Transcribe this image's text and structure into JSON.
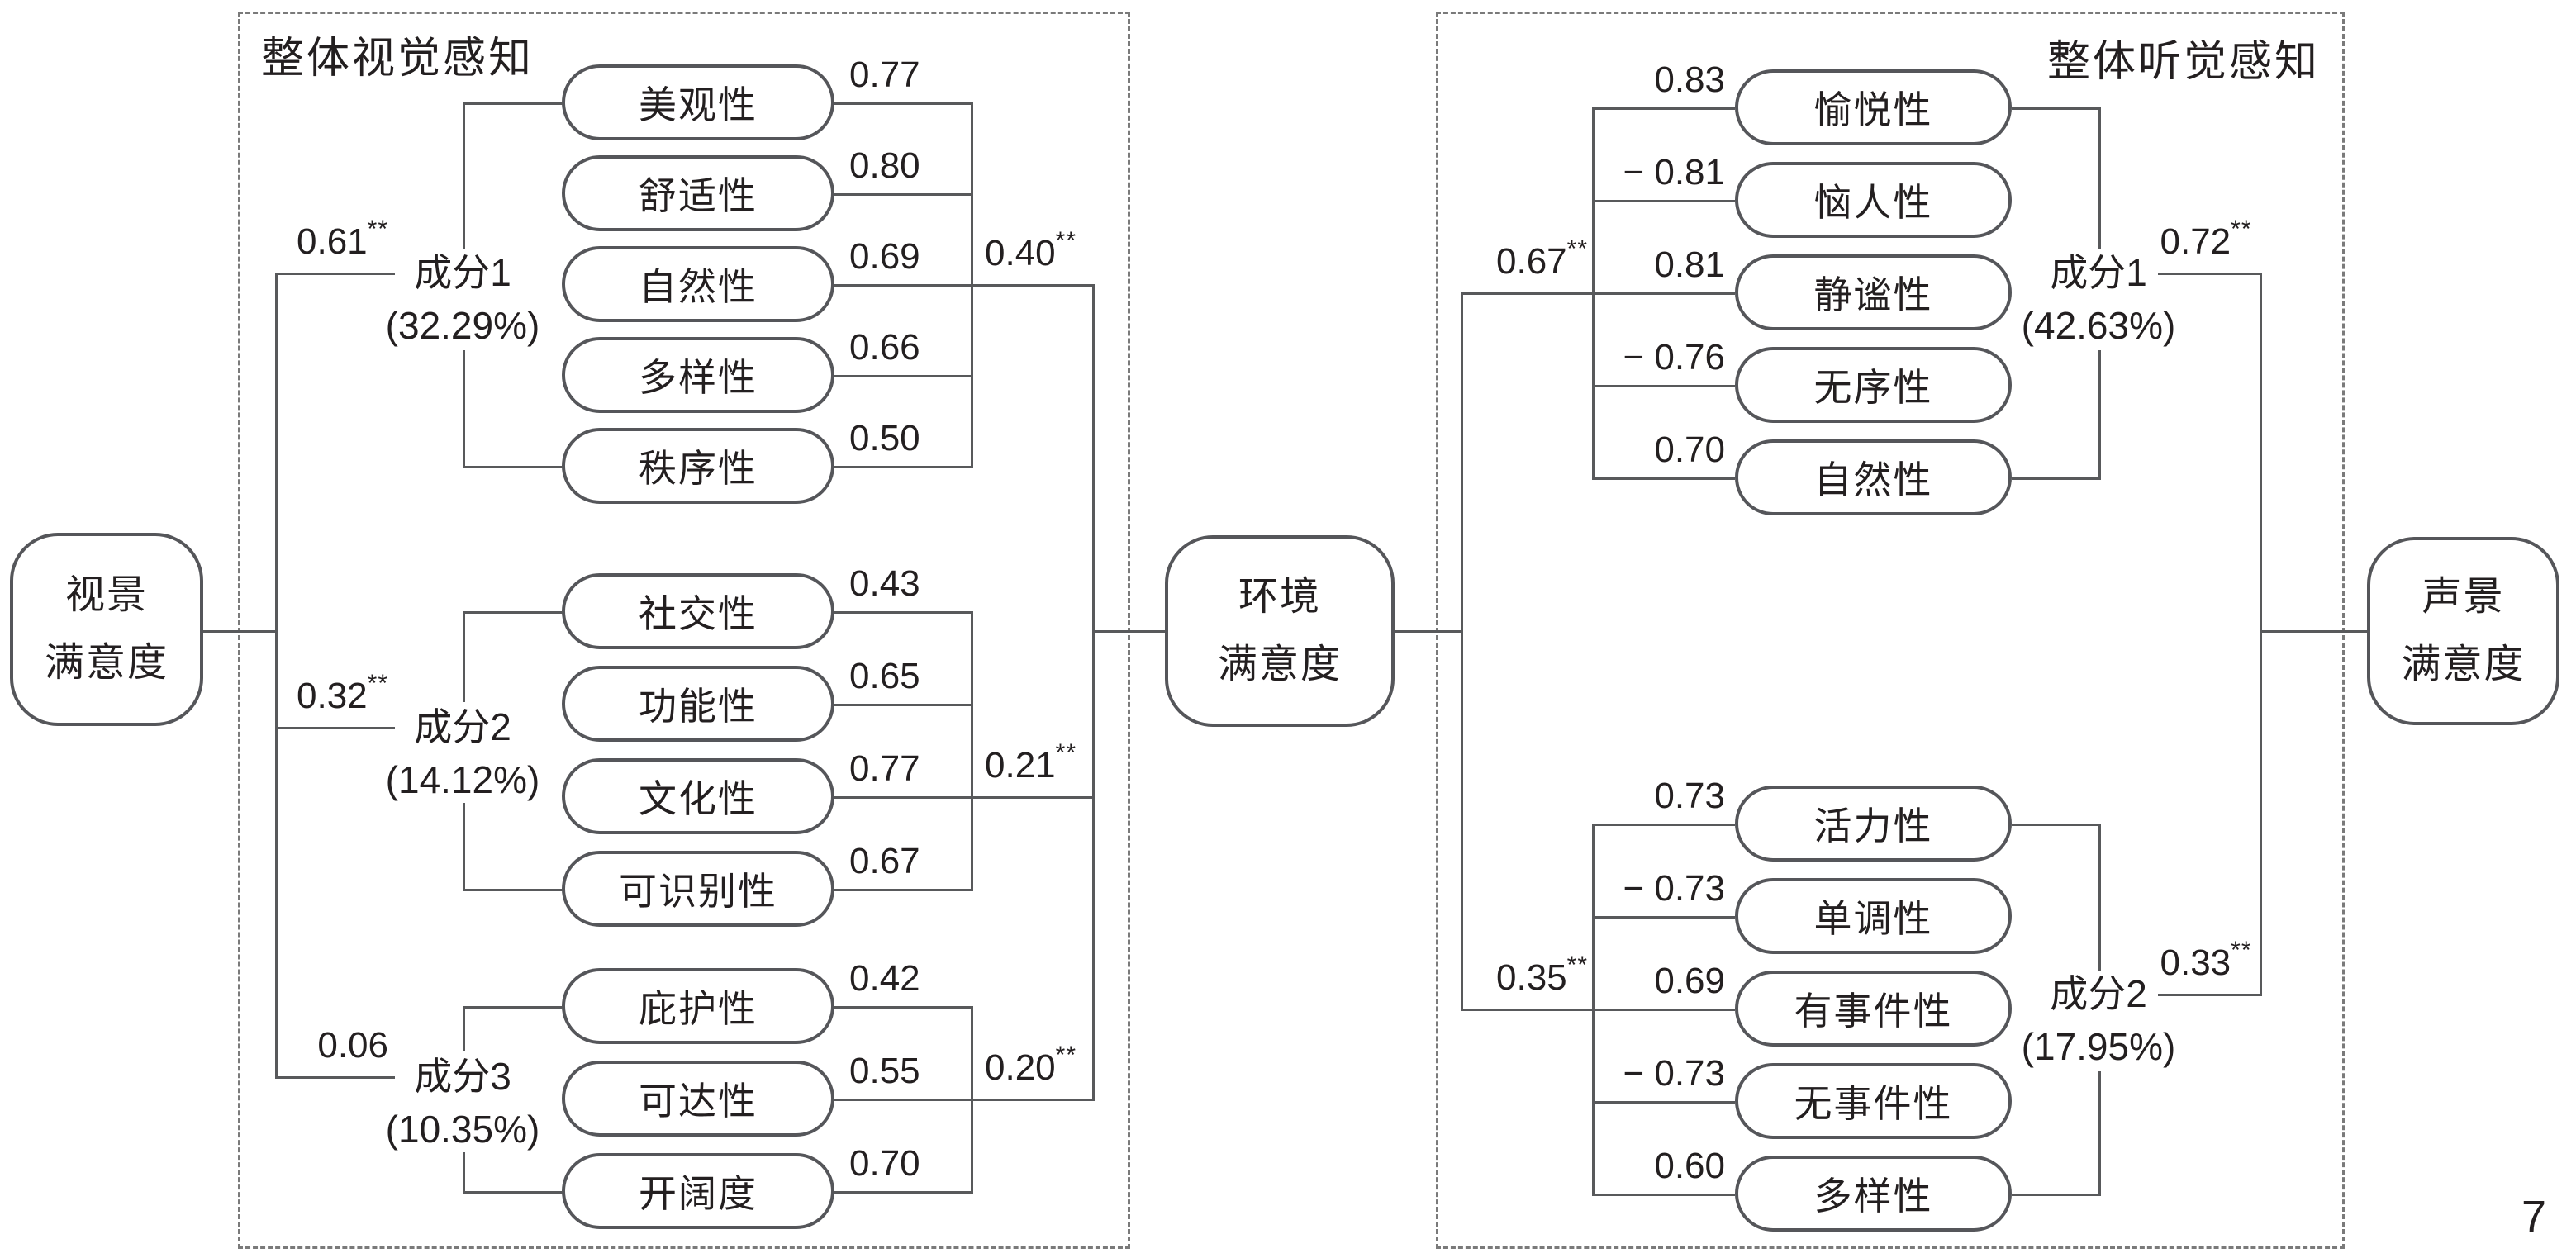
{
  "page_number": "7",
  "colors": {
    "background": "#ffffff",
    "line": "#58595b",
    "border": "#55565a",
    "dashed_border": "#7a7a7a",
    "text": "#231f20"
  },
  "nodes": {
    "visual_satisfaction": {
      "line1": "视景",
      "line2": "满意度"
    },
    "environment_satisfaction": {
      "line1": "环境",
      "line2": "满意度"
    },
    "soundscape_satisfaction": {
      "line1": "声景",
      "line2": "满意度"
    }
  },
  "left_panel": {
    "title": "整体视觉感知",
    "components": [
      {
        "name": "成分1",
        "variance": "(32.29%)",
        "path_value": "0.61",
        "path_sig": "**",
        "out_value": "0.40",
        "out_sig": "**",
        "indicators": [
          {
            "label": "美观性",
            "loading": "0.77"
          },
          {
            "label": "舒适性",
            "loading": "0.80"
          },
          {
            "label": "自然性",
            "loading": "0.69"
          },
          {
            "label": "多样性",
            "loading": "0.66"
          },
          {
            "label": "秩序性",
            "loading": "0.50"
          }
        ]
      },
      {
        "name": "成分2",
        "variance": "(14.12%)",
        "path_value": "0.32",
        "path_sig": "**",
        "out_value": "0.21",
        "out_sig": "**",
        "indicators": [
          {
            "label": "社交性",
            "loading": "0.43"
          },
          {
            "label": "功能性",
            "loading": "0.65"
          },
          {
            "label": "文化性",
            "loading": "0.77"
          },
          {
            "label": "可识别性",
            "loading": "0.67"
          }
        ]
      },
      {
        "name": "成分3",
        "variance": "(10.35%)",
        "path_value": "0.06",
        "path_sig": "",
        "out_value": "0.20",
        "out_sig": "**",
        "indicators": [
          {
            "label": "庇护性",
            "loading": "0.42"
          },
          {
            "label": "可达性",
            "loading": "0.55"
          },
          {
            "label": "开阔度",
            "loading": "0.70"
          }
        ]
      }
    ]
  },
  "right_panel": {
    "title": "整体听觉感知",
    "components": [
      {
        "name": "成分1",
        "variance": "(42.63%)",
        "path_value": "0.67",
        "path_sig": "**",
        "out_value": "0.72",
        "out_sig": "**",
        "indicators": [
          {
            "label": "愉悦性",
            "loading": "0.83"
          },
          {
            "label": "恼人性",
            "loading": "− 0.81"
          },
          {
            "label": "静谧性",
            "loading": "0.81"
          },
          {
            "label": "无序性",
            "loading": "− 0.76"
          },
          {
            "label": "自然性",
            "loading": "0.70"
          }
        ]
      },
      {
        "name": "成分2",
        "variance": "(17.95%)",
        "path_value": "0.35",
        "path_sig": "**",
        "out_value": "0.33",
        "out_sig": "**",
        "indicators": [
          {
            "label": "活力性",
            "loading": "0.73"
          },
          {
            "label": "单调性",
            "loading": "− 0.73"
          },
          {
            "label": "有事件性",
            "loading": "0.69"
          },
          {
            "label": "无事件性",
            "loading": "− 0.73"
          },
          {
            "label": "多样性",
            "loading": "0.60"
          }
        ]
      }
    ]
  }
}
